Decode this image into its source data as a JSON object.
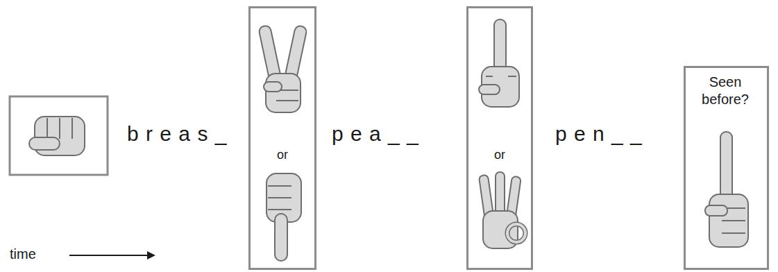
{
  "diagram": {
    "nodes": [
      {
        "text": [
          "or"
        ]
      },
      {
        "text": [
          "or"
        ]
      },
      {
        "text": [
          "Seen before?"
        ]
      }
    ],
    "labels": [
      "b r e a s _",
      "p e a _ _",
      "p e n _ _",
      "time"
    ]
  }
}
